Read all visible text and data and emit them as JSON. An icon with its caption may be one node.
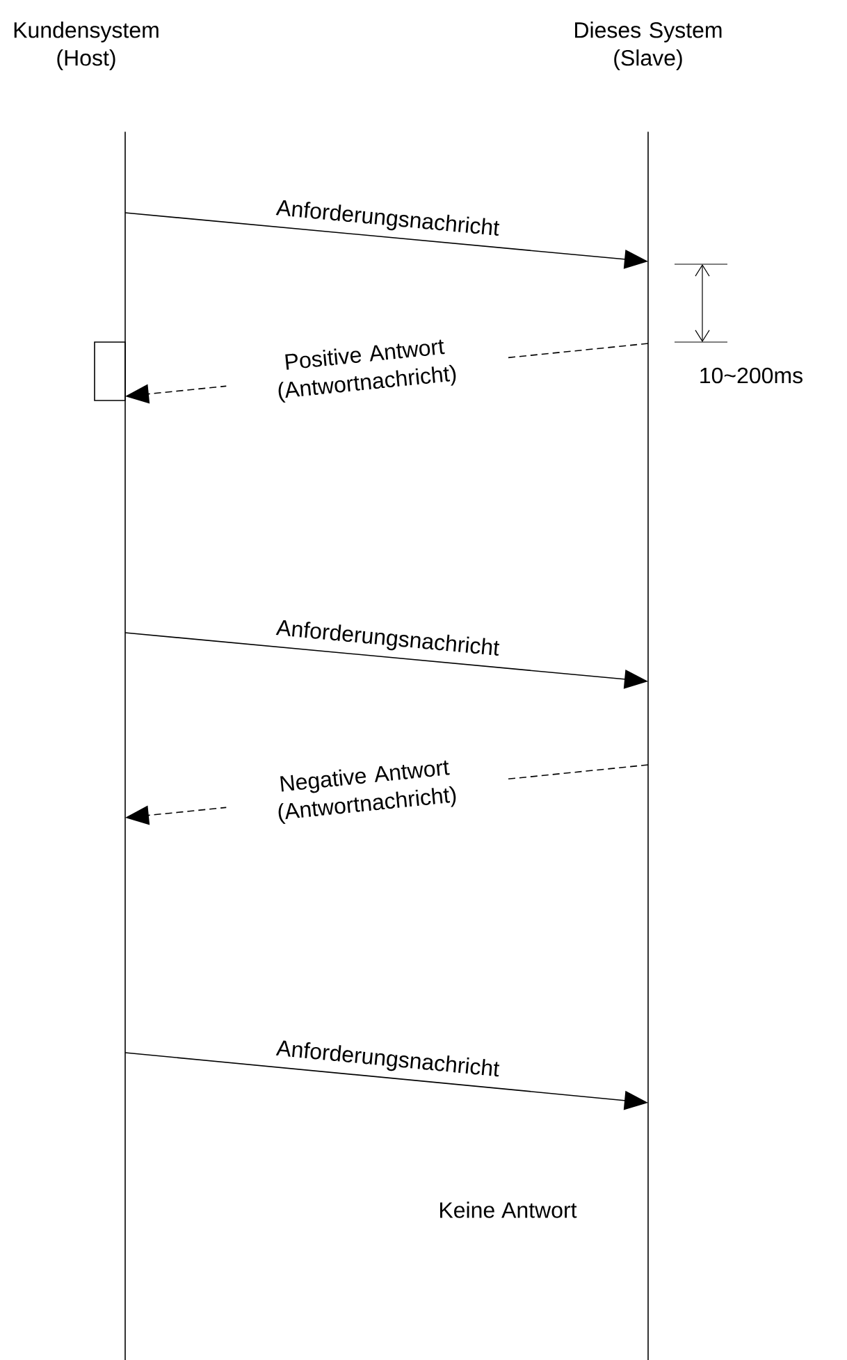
{
  "diagram": {
    "nodes": [
      {
        "text": [
          "Kundensystem (Host)"
        ]
      },
      {
        "text": [
          "Dieses System (Slave)"
        ]
      }
    ],
    "edges": [
      {
        "from": 0,
        "to": 1,
        "arrow": "to",
        "label": "Anforderungsnachricht"
      },
      {
        "from": 1,
        "to": 0,
        "arrow": "to",
        "label": "Positive Antwort (Antwortnachricht)",
        "style": "dashed"
      },
      {
        "from": 0,
        "to": 1,
        "arrow": "to",
        "label": "Anforderungsnachricht"
      },
      {
        "from": 1,
        "to": 0,
        "arrow": "to",
        "label": "Negative Antwort (Antwortnachricht)",
        "style": "dashed"
      },
      {
        "from": 0,
        "to": 1,
        "arrow": "to",
        "label": "Anforderungsnachricht"
      }
    ],
    "labels": [
      "10~200ms",
      "Keine Antwort"
    ]
  }
}
